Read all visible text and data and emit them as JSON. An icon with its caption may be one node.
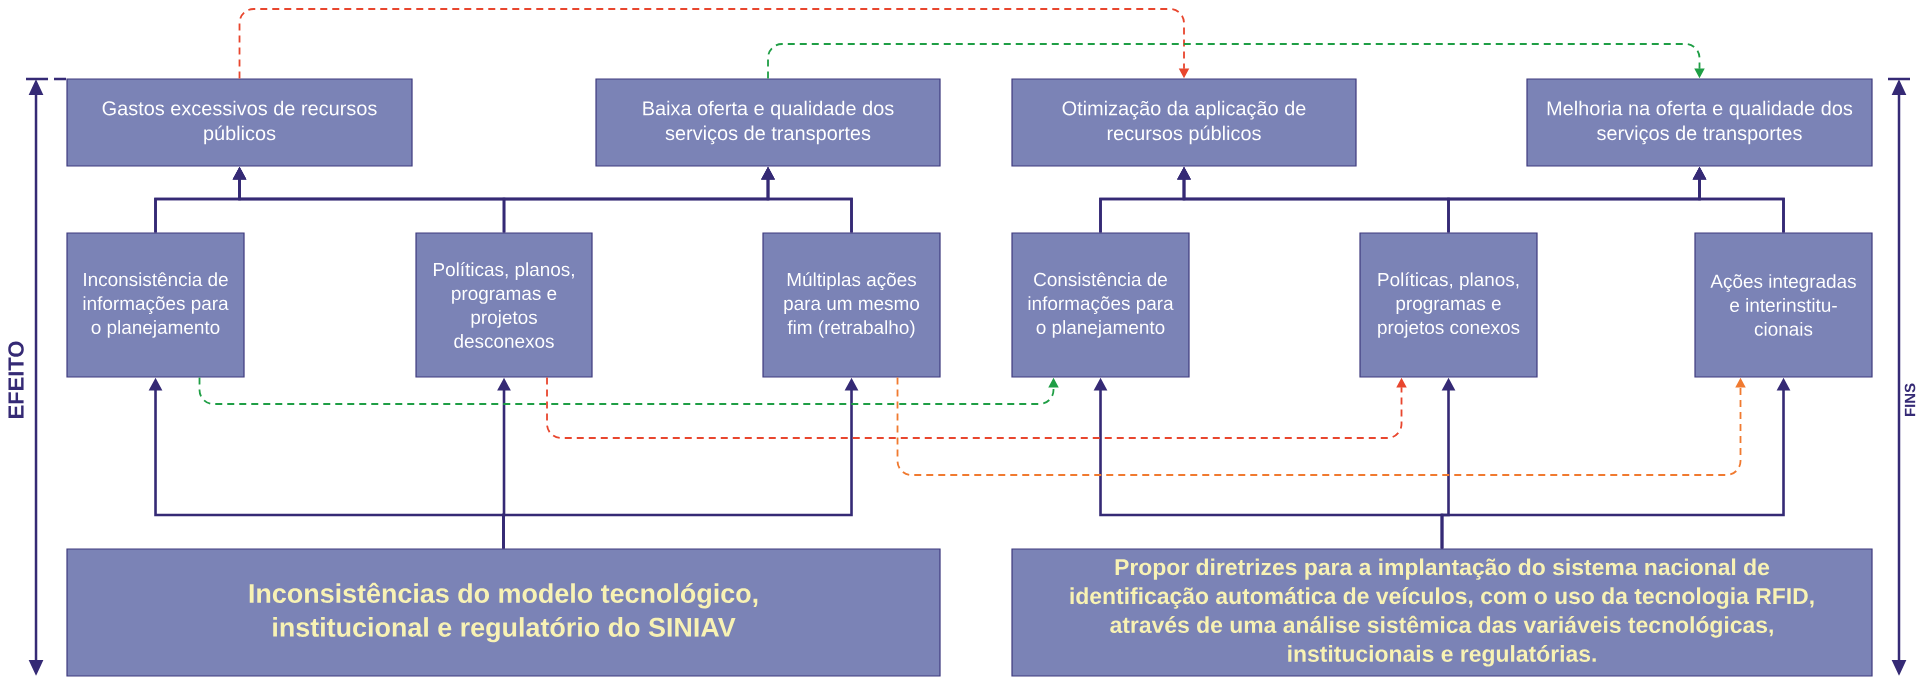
{
  "diagram": {
    "nodes": [
      {
        "text": [
          "Gastos excessivos de recursos públicos"
        ]
      },
      {
        "text": [
          "Baixa oferta e qualidade dos serviços de transportes"
        ]
      },
      {
        "text": [
          "Otimização da aplicação de recursos públicos"
        ]
      },
      {
        "text": [
          "Melhoria na oferta e qualidade dos serviços de transportes"
        ]
      },
      {
        "text": [
          "Inconsistência de informações para o planejamento"
        ]
      },
      {
        "text": [
          "Políticas, planos, programas e projetos desconexos"
        ]
      },
      {
        "text": [
          "Múltiplas ações para um mesmo fim (retrabalho)"
        ]
      },
      {
        "text": [
          "Consistência de informações para o planejamento"
        ]
      },
      {
        "text": [
          "Políticas, planos, programas e projetos conexos"
        ]
      },
      {
        "text": [
          "Ações integradas e interinstitu- cionais"
        ]
      },
      {
        "text": [
          "Inconsistências do modelo tecnológico, institucional e regulatório do SINIAV"
        ]
      },
      {
        "text": [
          "Propor diretrizes para a implantação do sistema nacional de identificação automática  de veículos, com o uso da tecnologia RFID, através de uma análise sistêmica das variáveis tecnológicas, institucionais e regulatórias."
        ]
      }
    ],
    "edges": [
      {
        "from": 4,
        "to": 0,
        "arrow": "to"
      },
      {
        "from": 5,
        "to": 0,
        "arrow": "to"
      },
      {
        "from": 6,
        "to": 0,
        "arrow": "to"
      },
      {
        "from": 4,
        "to": 1,
        "arrow": "to"
      },
      {
        "from": 5,
        "to": 1,
        "arrow": "to"
      },
      {
        "from": 6,
        "to": 1,
        "arrow": "to"
      },
      {
        "from": 7,
        "to": 2,
        "arrow": "to"
      },
      {
        "from": 8,
        "to": 2,
        "arrow": "to"
      },
      {
        "from": 9,
        "to": 2,
        "arrow": "to"
      },
      {
        "from": 7,
        "to": 3,
        "arrow": "to"
      },
      {
        "from": 8,
        "to": 3,
        "arrow": "to"
      },
      {
        "from": 9,
        "to": 3,
        "arrow": "to"
      },
      {
        "from": 10,
        "to": 4,
        "arrow": "to"
      },
      {
        "from": 10,
        "to": 5,
        "arrow": "to"
      },
      {
        "from": 10,
        "to": 6,
        "arrow": "to"
      },
      {
        "from": 11,
        "to": 7,
        "arrow": "to"
      },
      {
        "from": 11,
        "to": 8,
        "arrow": "to"
      },
      {
        "from": 11,
        "to": 9,
        "arrow": "to"
      },
      {
        "from": 0,
        "to": 2,
        "arrow": "to",
        "style": "dashed",
        "color": "#e8462e"
      },
      {
        "from": 1,
        "to": 3,
        "arrow": "to",
        "style": "dashed",
        "color": "#1f9e45"
      },
      {
        "from": 4,
        "to": 7,
        "arrow": "to",
        "style": "dashed",
        "color": "#1f9e45"
      },
      {
        "from": 5,
        "to": 8,
        "arrow": "to",
        "style": "dashed",
        "color": "#e8462e"
      },
      {
        "from": 6,
        "to": 9,
        "arrow": "to",
        "style": "dashed",
        "color": "#f07a30"
      }
    ],
    "labels": [
      "EFEITO",
      "FINS"
    ]
  }
}
